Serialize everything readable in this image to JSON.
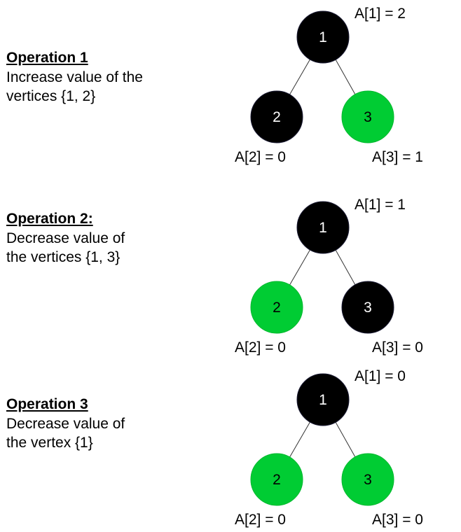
{
  "colors": {
    "active": "#000000",
    "zero": "#00cc33",
    "active_text": "#ffffff",
    "zero_text": "#000000",
    "edge": "#333333"
  },
  "operations": [
    {
      "heading": "Operation 1",
      "description_lines": [
        "Increase value of the",
        "vertices {1, 2}"
      ],
      "nodes": [
        {
          "id": "1",
          "state": "active",
          "value_label": "A[1] = 2"
        },
        {
          "id": "2",
          "state": "active",
          "value_label": "A[2] = 0"
        },
        {
          "id": "3",
          "state": "zero",
          "value_label": "A[3] = 1"
        }
      ]
    },
    {
      "heading": "Operation 2:",
      "description_lines": [
        "Decrease value of",
        "the vertices {1, 3}"
      ],
      "nodes": [
        {
          "id": "1",
          "state": "active",
          "value_label": "A[1] = 1"
        },
        {
          "id": "2",
          "state": "zero",
          "value_label": "A[2] = 0"
        },
        {
          "id": "3",
          "state": "active",
          "value_label": "A[3] = 0"
        }
      ]
    },
    {
      "heading": "Operation 3",
      "description_lines": [
        "Decrease value of",
        "the vertex {1}"
      ],
      "nodes": [
        {
          "id": "1",
          "state": "active",
          "value_label": "A[1] = 0"
        },
        {
          "id": "2",
          "state": "zero",
          "value_label": "A[2] = 0"
        },
        {
          "id": "3",
          "state": "zero",
          "value_label": "A[3] = 0"
        }
      ]
    }
  ]
}
